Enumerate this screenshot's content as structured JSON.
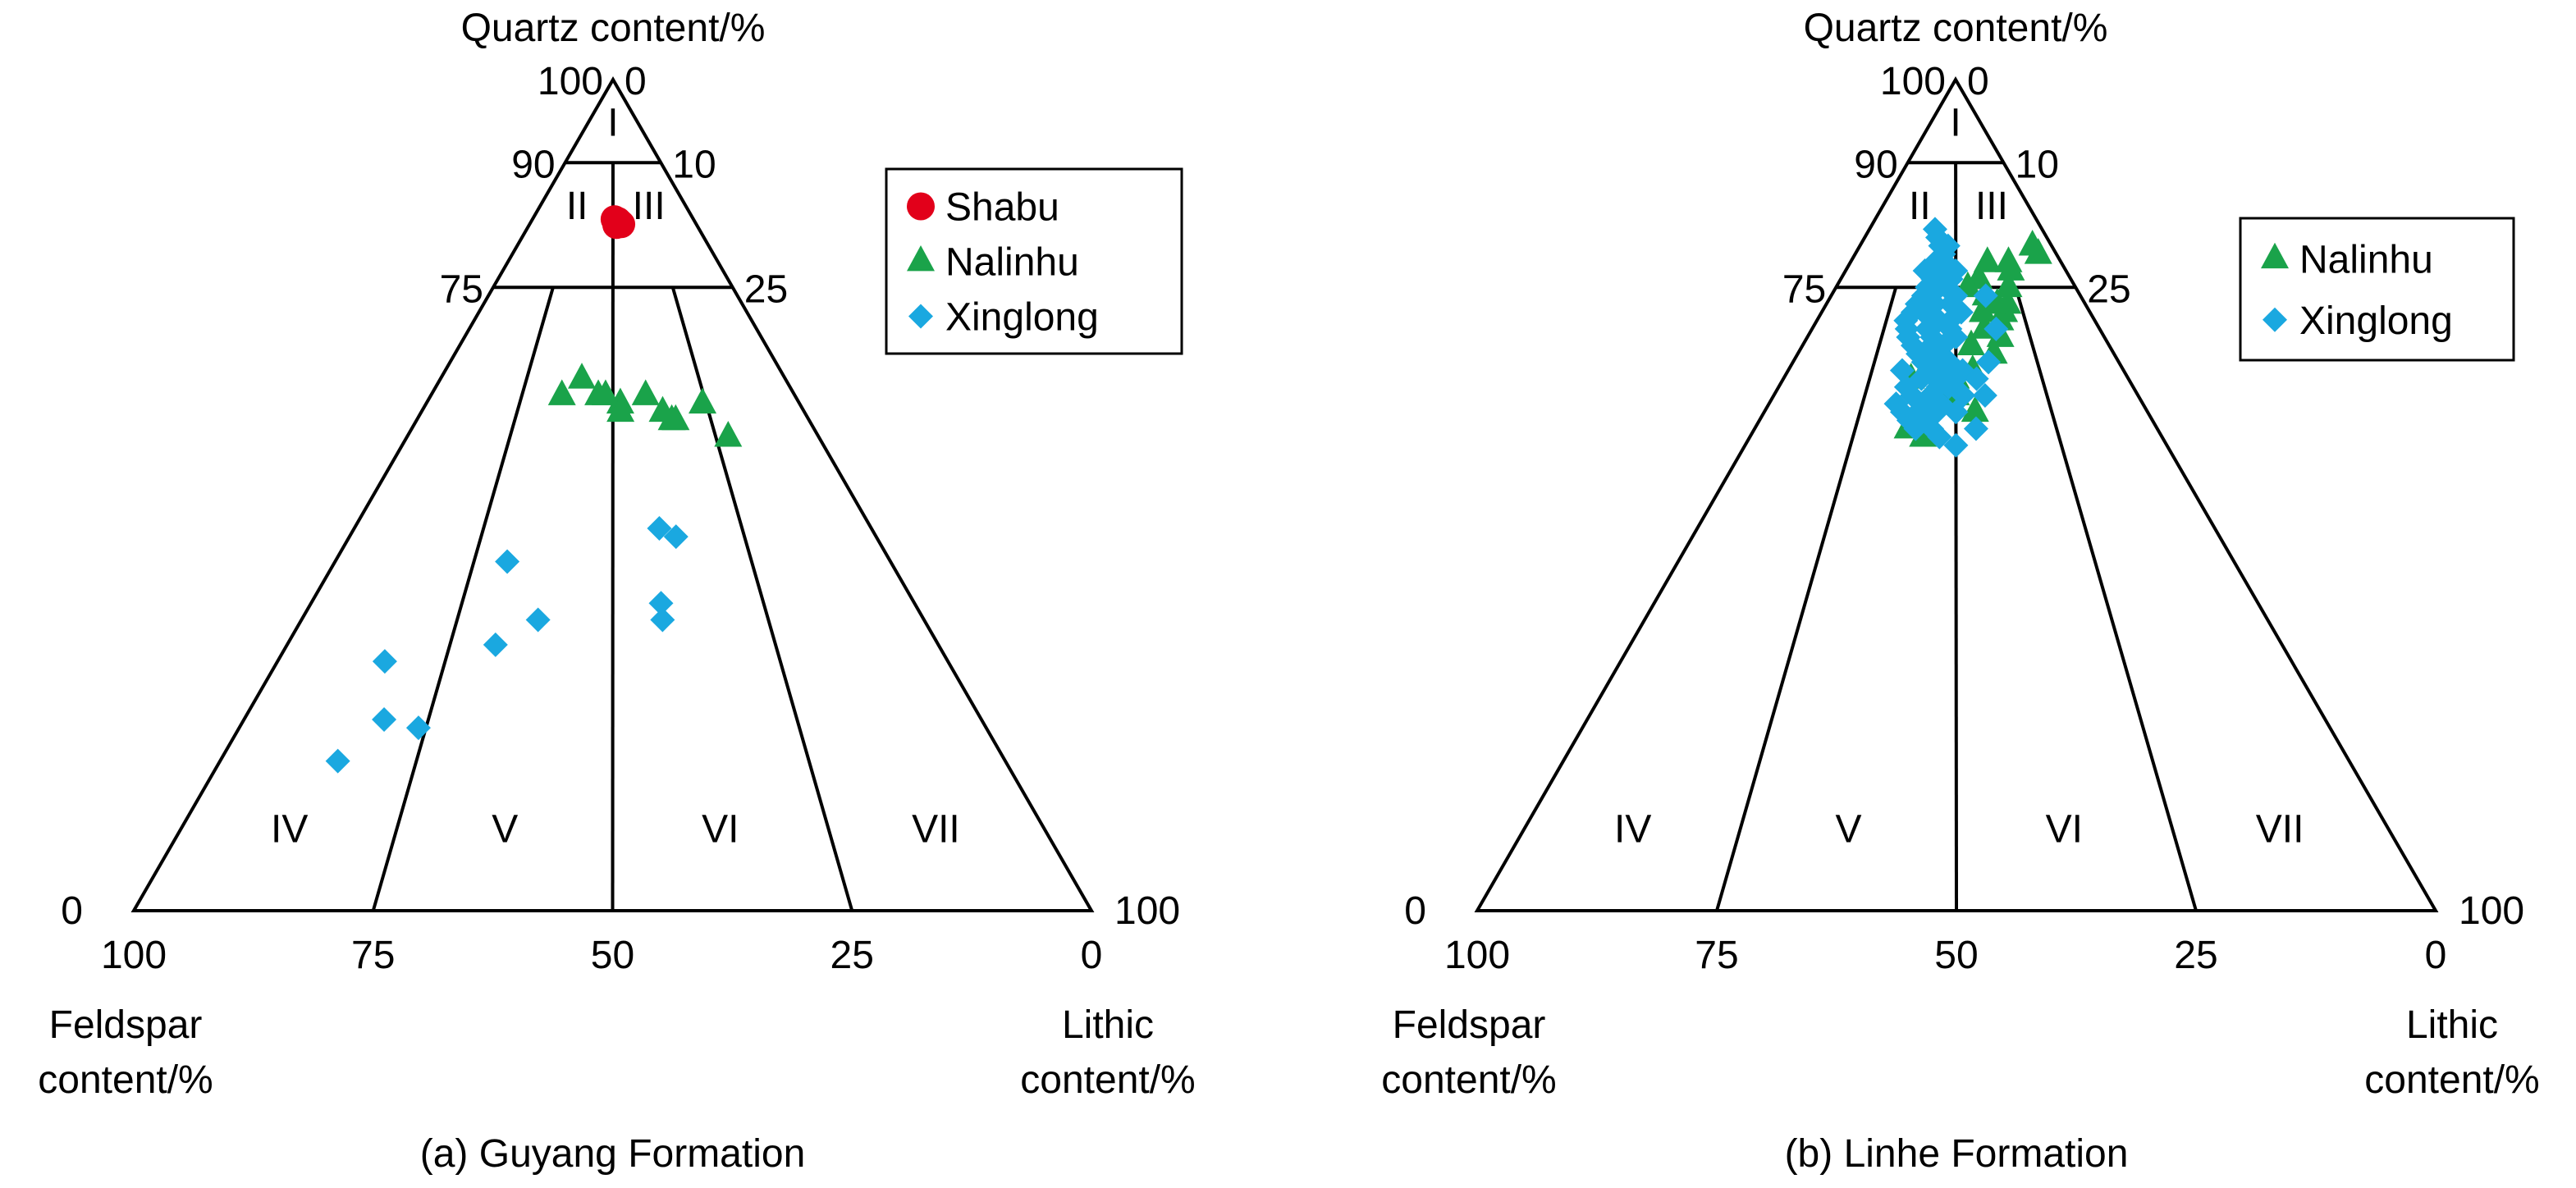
{
  "colors": {
    "Shabu": "#e2001a",
    "Nalinhu": "#1aa34a",
    "Xinglong": "#1aa8e0",
    "axis": "#000000"
  },
  "chart_data": [
    {
      "type": "scatter",
      "subtype": "ternary",
      "title": "(a) Guyang Formation",
      "axes": {
        "top": "Quartz content/%",
        "left": [
          "Feldspar",
          "content/%"
        ],
        "right": [
          "Lithic",
          "content/%"
        ],
        "quartz_ticks": [
          {
            "t": 100,
            "label": "100"
          },
          {
            "t": 90,
            "label": "90"
          },
          {
            "t": 75,
            "label": "75"
          },
          {
            "t": 0,
            "label": "0"
          }
        ],
        "lithic_ticks": [
          {
            "t": 0,
            "label": "0"
          },
          {
            "t": 10,
            "label": "10"
          },
          {
            "t": 25,
            "label": "25"
          },
          {
            "t": 100,
            "label": "100"
          }
        ],
        "bottom_ticks": [
          {
            "t": 100,
            "label": "100"
          },
          {
            "t": 75,
            "label": "75"
          },
          {
            "t": 50,
            "label": "50"
          },
          {
            "t": 25,
            "label": "25"
          },
          {
            "t": 0,
            "label": "0"
          }
        ]
      },
      "region_labels": [
        "I",
        "II",
        "III",
        "IV",
        "V",
        "VI",
        "VII"
      ],
      "legend": {
        "position": "upper-right",
        "entries": [
          "Shabu",
          "Nalinhu",
          "Xinglong"
        ]
      },
      "series": [
        {
          "name": "Shabu",
          "marker": "circle",
          "points": [
            [
              83,
              0.53
            ],
            [
              82.5,
              0.52
            ],
            [
              82.8,
              0.54
            ],
            [
              83.2,
              0.51
            ],
            [
              82.6,
              0.55
            ]
          ]
        },
        {
          "name": "Nalinhu",
          "marker": "triangle",
          "points": [
            [
              57,
              0.78
            ],
            [
              61,
              0.74
            ],
            [
              60,
              0.63
            ],
            [
              59,
              0.65
            ],
            [
              59,
              0.66
            ],
            [
              62,
              0.59
            ],
            [
              61,
              0.52
            ],
            [
              62,
              0.48
            ],
            [
              64,
              0.41
            ],
            [
              62,
              0.36
            ],
            [
              60,
              0.52
            ],
            [
              62,
              0.46
            ]
          ]
        },
        {
          "name": "Xinglong",
          "marker": "diamond",
          "points": [
            [
              45,
              0.62
            ],
            [
              46,
              0.59
            ],
            [
              35,
              0.58
            ],
            [
              42,
              0.31
            ],
            [
              35,
              0.38
            ],
            [
              32,
              0.32
            ],
            [
              30,
              0.16
            ],
            [
              23,
              0.19
            ],
            [
              22,
              0.24
            ],
            [
              37,
              0.58
            ],
            [
              18,
              0.15
            ]
          ]
        }
      ]
    },
    {
      "type": "scatter",
      "subtype": "ternary",
      "title": "(b) Linhe Formation",
      "axes": {
        "top": "Quartz content/%",
        "left": [
          "Feldspar",
          "content/%"
        ],
        "right": [
          "Lithic",
          "content/%"
        ],
        "quartz_ticks": [
          {
            "t": 100,
            "label": "100"
          },
          {
            "t": 90,
            "label": "90"
          },
          {
            "t": 75,
            "label": "75"
          },
          {
            "t": 0,
            "label": "0"
          }
        ],
        "lithic_ticks": [
          {
            "t": 0,
            "label": "0"
          },
          {
            "t": 10,
            "label": "10"
          },
          {
            "t": 25,
            "label": "25"
          },
          {
            "t": 100,
            "label": "100"
          }
        ],
        "bottom_ticks": [
          {
            "t": 100,
            "label": "100"
          },
          {
            "t": 75,
            "label": "75"
          },
          {
            "t": 50,
            "label": "50"
          },
          {
            "t": 25,
            "label": "25"
          },
          {
            "t": 0,
            "label": "0"
          }
        ]
      },
      "region_labels": [
        "I",
        "II",
        "III",
        "IV",
        "V",
        "VI",
        "VII"
      ],
      "legend": {
        "position": "upper-right",
        "entries": [
          "Nalinhu",
          "Xinglong"
        ]
      },
      "series": [
        {
          "name": "Nalinhu",
          "marker": "triangle",
          "points": [
            [
              80,
              0.9
            ],
            [
              79,
              0.91
            ],
            [
              78,
              0.75
            ],
            [
              77,
              0.75
            ],
            [
              75,
              0.72
            ],
            [
              73,
              0.7
            ],
            [
              72,
              0.68
            ],
            [
              71,
              0.66
            ],
            [
              69,
              0.65
            ],
            [
              67,
              0.62
            ],
            [
              65,
              0.55
            ],
            [
              64,
              0.5
            ],
            [
              62,
              0.45
            ],
            [
              60,
              0.4
            ],
            [
              58,
              0.38
            ],
            [
              57,
              0.42
            ],
            [
              76,
              0.6
            ],
            [
              74,
              0.62
            ],
            [
              70,
              0.6
            ],
            [
              66,
              0.42
            ],
            [
              64,
              0.37
            ],
            [
              62,
              0.5
            ],
            [
              60,
              0.55
            ],
            [
              61,
              0.45
            ],
            [
              68,
              0.55
            ],
            [
              72,
              0.6
            ],
            [
              75,
              0.55
            ],
            [
              78,
              0.65
            ],
            [
              73,
              0.66
            ],
            [
              63,
              0.47
            ]
          ]
        },
        {
          "name": "Xinglong",
          "marker": "diamond",
          "points": [
            [
              82,
              0.38
            ],
            [
              81,
              0.4
            ],
            [
              80,
              0.42
            ],
            [
              79,
              0.44
            ],
            [
              78,
              0.45
            ],
            [
              77,
              0.42
            ],
            [
              76,
              0.4
            ],
            [
              75,
              0.38
            ],
            [
              74,
              0.37
            ],
            [
              73,
              0.35
            ],
            [
              72,
              0.34
            ],
            [
              71,
              0.32
            ],
            [
              70,
              0.33
            ],
            [
              69,
              0.34
            ],
            [
              68,
              0.36
            ],
            [
              67,
              0.38
            ],
            [
              66,
              0.4
            ],
            [
              65,
              0.42
            ],
            [
              64,
              0.44
            ],
            [
              63,
              0.45
            ],
            [
              62,
              0.43
            ],
            [
              61,
              0.41
            ],
            [
              60,
              0.4
            ],
            [
              59,
              0.42
            ],
            [
              58,
              0.44
            ],
            [
              57,
              0.46
            ],
            [
              76,
              0.48
            ],
            [
              74,
              0.5
            ],
            [
              72,
              0.52
            ],
            [
              70,
              0.48
            ],
            [
              68,
              0.46
            ],
            [
              66,
              0.48
            ],
            [
              64,
              0.5
            ],
            [
              62,
              0.52
            ],
            [
              60,
              0.5
            ],
            [
              71,
              0.44
            ],
            [
              69,
              0.42
            ],
            [
              67,
              0.44
            ],
            [
              65,
              0.46
            ],
            [
              63,
              0.48
            ],
            [
              61,
              0.46
            ],
            [
              73,
              0.42
            ],
            [
              75,
              0.46
            ],
            [
              77,
              0.36
            ],
            [
              72,
              0.38
            ],
            [
              70,
              0.4
            ],
            [
              68,
              0.42
            ],
            [
              66,
              0.44
            ],
            [
              64,
              0.4
            ],
            [
              62,
              0.38
            ],
            [
              60,
              0.36
            ],
            [
              58,
              0.4
            ],
            [
              67,
              0.4
            ],
            [
              71,
              0.48
            ],
            [
              74,
              0.4
            ],
            [
              76,
              0.44
            ],
            [
              59,
              0.38
            ],
            [
              61,
              0.34
            ],
            [
              63,
              0.36
            ],
            [
              65,
              0.34
            ],
            [
              80,
              0.46
            ],
            [
              78,
              0.4
            ],
            [
              74,
              0.62
            ],
            [
              70,
              0.64
            ],
            [
              66,
              0.6
            ],
            [
              62,
              0.58
            ],
            [
              58,
              0.55
            ],
            [
              56,
              0.5
            ],
            [
              65,
              0.52
            ],
            [
              69,
              0.5
            ],
            [
              73,
              0.48
            ],
            [
              77,
              0.5
            ],
            [
              64,
              0.56
            ],
            [
              60,
              0.45
            ]
          ]
        }
      ]
    }
  ]
}
